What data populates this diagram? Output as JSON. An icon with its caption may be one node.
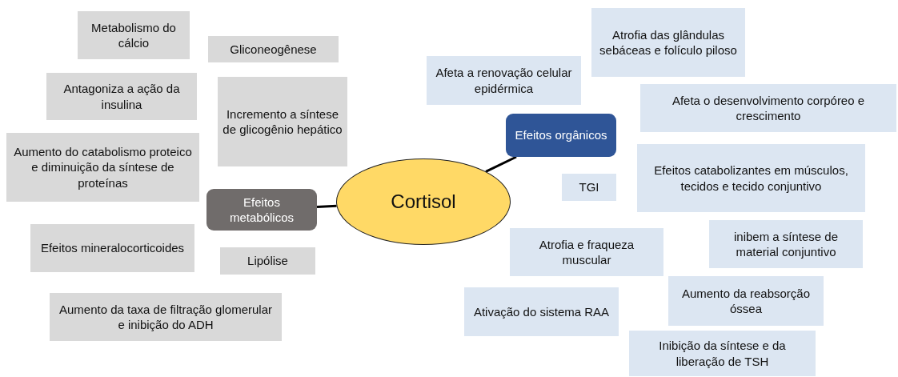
{
  "diagram": {
    "nodes": [
      {
        "text": [
          "Cortisol"
        ]
      },
      {
        "text": [
          "Efeitos metabólicos"
        ]
      },
      {
        "text": [
          "Efeitos orgânicos"
        ]
      },
      {
        "text": [
          "Metabolismo do cálcio"
        ]
      },
      {
        "text": [
          "Gliconeogênese"
        ]
      },
      {
        "text": [
          "Antagoniza a ação da insulina"
        ]
      },
      {
        "text": [
          "Incremento a síntese de glicogênio hepático"
        ]
      },
      {
        "text": [
          "Aumento do catabolismo proteico e diminuição da síntese de proteínas"
        ]
      },
      {
        "text": [
          "Efeitos mineralocorticoides"
        ]
      },
      {
        "text": [
          "Lipólise"
        ]
      },
      {
        "text": [
          "Aumento da taxa de filtração glomerular e inibição do ADH"
        ]
      },
      {
        "text": [
          "Afeta a renovação celular epidérmica"
        ]
      },
      {
        "text": [
          "Atrofia das glândulas sebáceas e folículo piloso"
        ]
      },
      {
        "text": [
          "Afeta o desenvolvimento corpóreo e crescimento"
        ]
      },
      {
        "text": [
          "Efeitos catabolizantes em músculos, tecidos e tecido conjuntivo"
        ]
      },
      {
        "text": [
          "TGI"
        ]
      },
      {
        "text": [
          "Atrofia e fraqueza muscular"
        ]
      },
      {
        "text": [
          "inibem a síntese de material conjuntivo"
        ]
      },
      {
        "text": [
          "Ativação do sistema RAA"
        ]
      },
      {
        "text": [
          "Aumento da reabsorção óssea"
        ]
      },
      {
        "text": [
          "Inibição da síntese e da liberação de TSH"
        ]
      }
    ],
    "edges": [
      {
        "from": 1,
        "to": 0,
        "arrow": "none"
      },
      {
        "from": 2,
        "to": 0,
        "arrow": "none"
      }
    ]
  }
}
